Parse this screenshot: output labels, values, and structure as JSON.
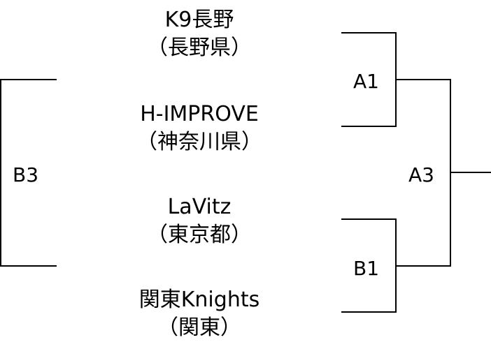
{
  "teams": [
    {
      "name": "K9長野",
      "region": "（長野県）"
    },
    {
      "name": "H-IMPROVE",
      "region": "（神奈川県）"
    },
    {
      "name": "LaVitz",
      "region": "（東京都）"
    },
    {
      "name": "関東Knights",
      "region": "（関東）"
    }
  ],
  "matches": {
    "a1": "A1",
    "b1": "B1",
    "a3": "A3",
    "b3": "B3"
  },
  "colors": {
    "line": "#000000",
    "background": "#ffffff"
  }
}
